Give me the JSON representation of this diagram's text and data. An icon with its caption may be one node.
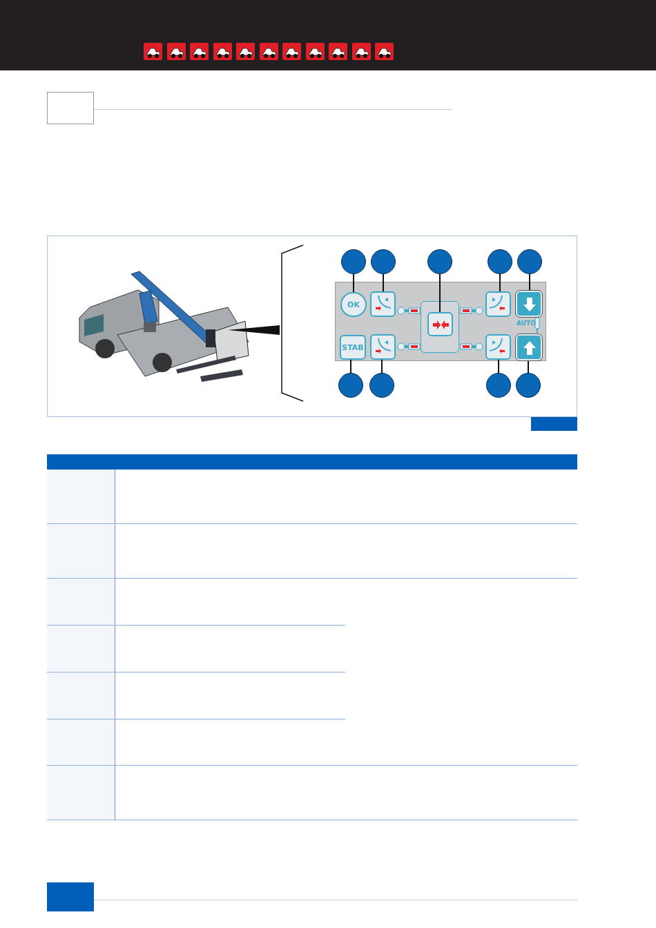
{
  "diagram": {
    "nodes": [
      {
        "text": [],
        "shape": "circle"
      },
      {
        "text": [],
        "shape": "circle"
      },
      {
        "text": [],
        "shape": "circle"
      },
      {
        "text": [],
        "shape": "circle"
      },
      {
        "text": [],
        "shape": "circle"
      },
      {
        "text": [
          "OK"
        ]
      },
      {
        "text": [],
        "shape": "box"
      },
      {
        "text": [],
        "shape": "box"
      },
      {
        "text": [],
        "shape": "box"
      },
      {
        "text": [],
        "shape": "box"
      },
      {
        "text": [
          "STAB"
        ]
      },
      {
        "text": [],
        "shape": "box"
      },
      {
        "text": [],
        "shape": "box"
      },
      {
        "text": [],
        "shape": "box"
      },
      {
        "text": [],
        "shape": "circle"
      },
      {
        "text": [],
        "shape": "circle"
      },
      {
        "text": [],
        "shape": "circle"
      },
      {
        "text": [],
        "shape": "circle"
      }
    ],
    "edges": [
      {
        "from": 0,
        "to": 5,
        "arrow": "none"
      },
      {
        "from": 1,
        "to": 6,
        "arrow": "none"
      },
      {
        "from": 2,
        "to": 7,
        "arrow": "none"
      },
      {
        "from": 3,
        "to": 8,
        "arrow": "none"
      },
      {
        "from": 4,
        "to": 9,
        "arrow": "none"
      },
      {
        "from": 14,
        "to": 10,
        "arrow": "none"
      },
      {
        "from": 15,
        "to": 11,
        "arrow": "none"
      },
      {
        "from": 16,
        "to": 12,
        "arrow": "none"
      },
      {
        "from": 17,
        "to": 13,
        "arrow": "none"
      }
    ],
    "labels": [
      "AUTO"
    ]
  }
}
